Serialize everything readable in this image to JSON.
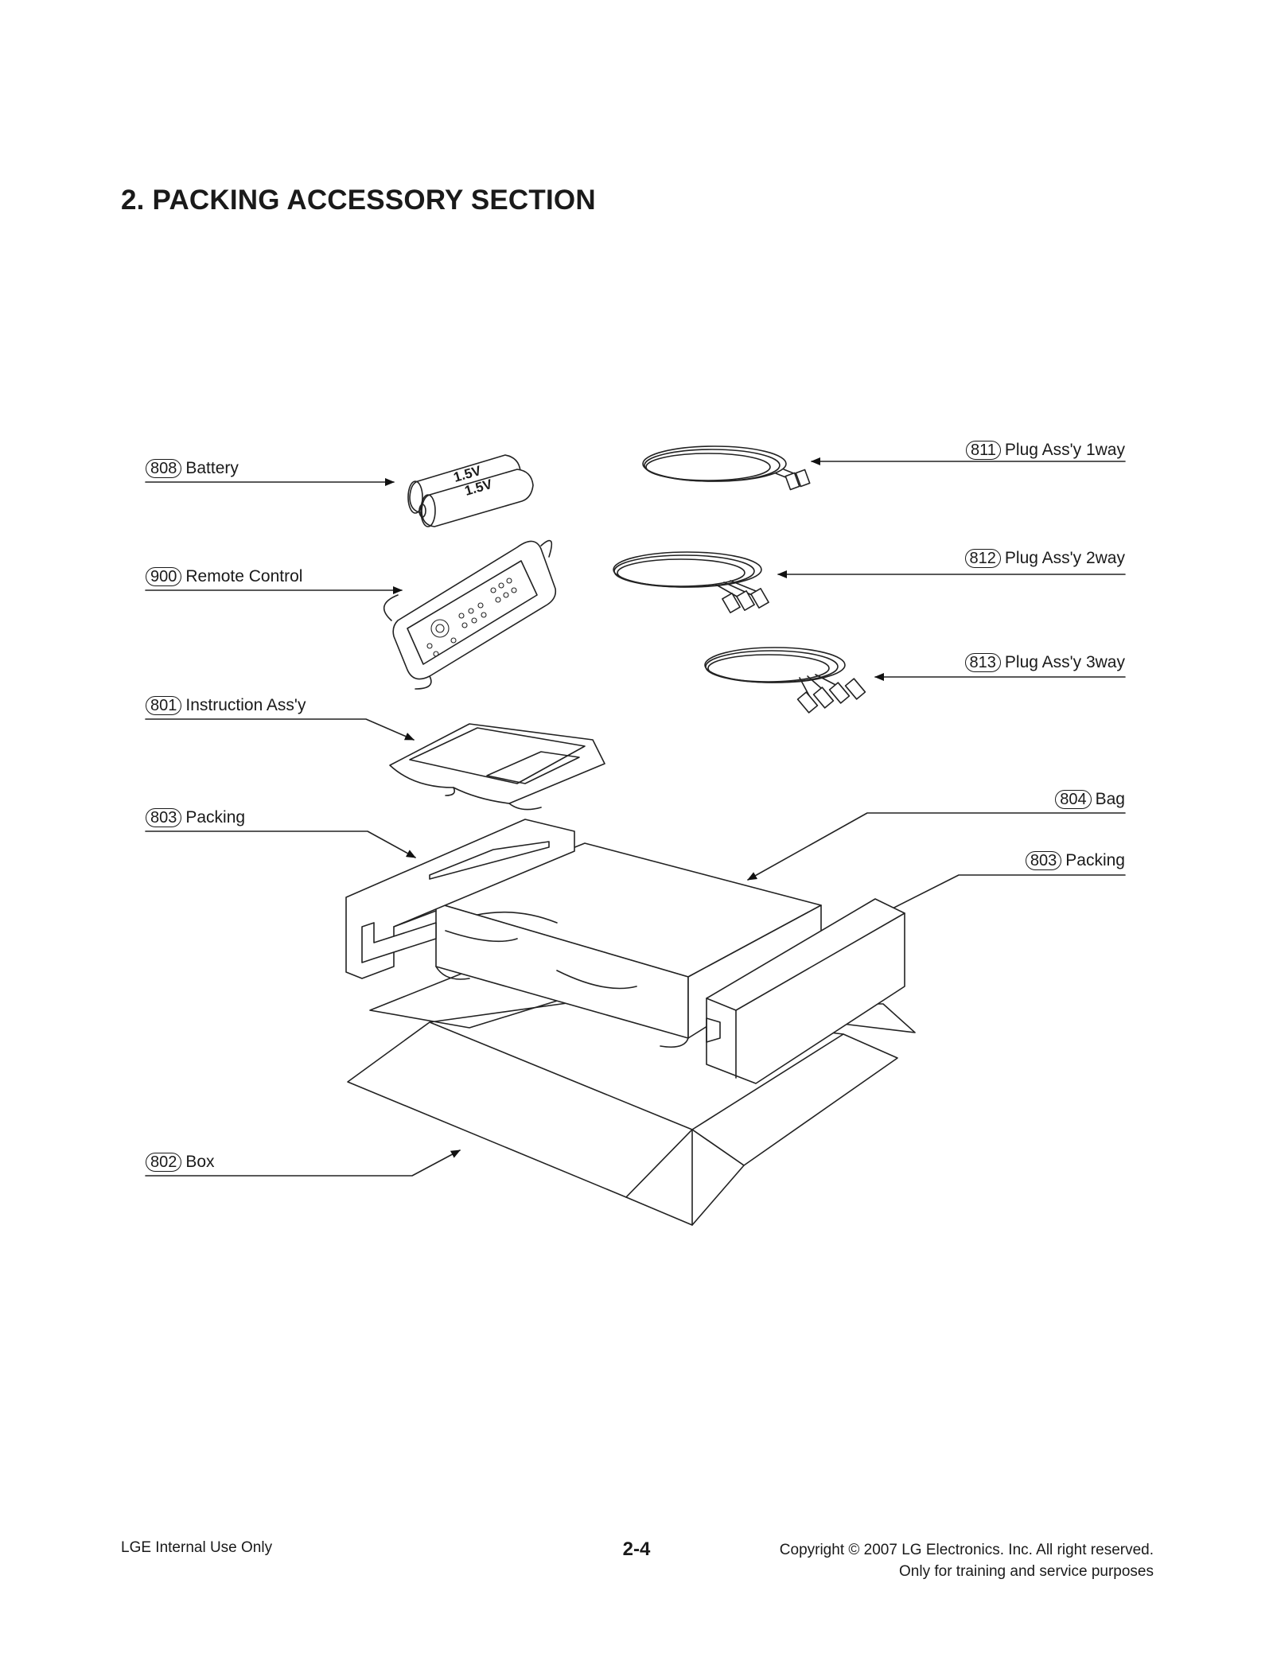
{
  "page_title": "2. PACKING ACCESSORY SECTION",
  "callouts": {
    "battery": {
      "number": "808",
      "label": "Battery"
    },
    "remote": {
      "number": "900",
      "label": "Remote Control"
    },
    "instruction": {
      "number": "801",
      "label": "Instruction Ass'y"
    },
    "packing_left": {
      "number": "803",
      "label": "Packing"
    },
    "box": {
      "number": "802",
      "label": "Box"
    },
    "plug_1way": {
      "number": "811",
      "label": "Plug Ass'y 1way"
    },
    "plug_2way": {
      "number": "812",
      "label": "Plug Ass'y 2way"
    },
    "plug_3way": {
      "number": "813",
      "label": "Plug Ass'y 3way"
    },
    "bag": {
      "number": "804",
      "label": "Bag"
    },
    "packing_right": {
      "number": "803",
      "label": "Packing"
    }
  },
  "battery_text": "1.5V",
  "footer": {
    "left": "LGE Internal Use Only",
    "page_number": "2-4",
    "copyright": "Copyright © 2007 LG Electronics. Inc. All right reserved.",
    "purpose": "Only for training and service purposes"
  }
}
